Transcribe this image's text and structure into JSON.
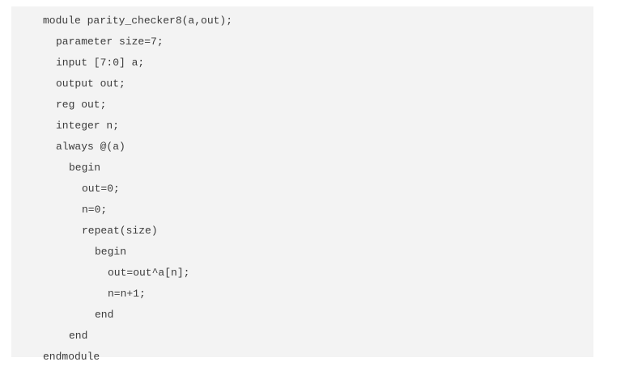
{
  "code": {
    "lines": [
      {
        "text": "module parity_checker8(a,out);",
        "indent": 0
      },
      {
        "text": "parameter size=7;",
        "indent": 1
      },
      {
        "text": "input [7:0] a;",
        "indent": 1
      },
      {
        "text": "output out;",
        "indent": 1
      },
      {
        "text": "reg out;",
        "indent": 1
      },
      {
        "text": "integer n;",
        "indent": 1
      },
      {
        "text": "always @(a)",
        "indent": 1
      },
      {
        "text": "begin",
        "indent": 2
      },
      {
        "text": "out=0;",
        "indent": 3
      },
      {
        "text": "n=0;",
        "indent": 3
      },
      {
        "text": "repeat(size)",
        "indent": 3
      },
      {
        "text": "begin",
        "indent": 4
      },
      {
        "text": "out=out^a[n];",
        "indent": 5
      },
      {
        "text": "n=n+1;",
        "indent": 5
      },
      {
        "text": "end",
        "indent": 4
      },
      {
        "text": "end",
        "indent": 2
      },
      {
        "text": "endmodule",
        "indent": 0
      }
    ]
  }
}
